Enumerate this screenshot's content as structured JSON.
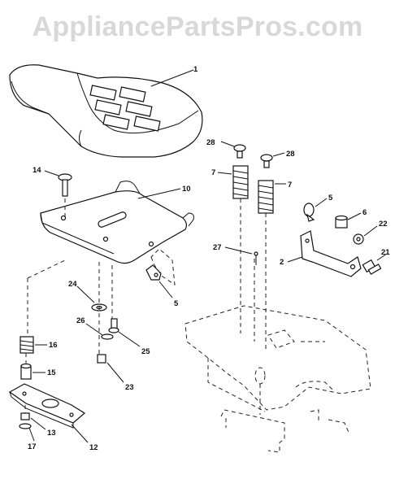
{
  "watermark": "AppliancePartsPros.com",
  "callouts": [
    {
      "id": "c1",
      "text": "1"
    },
    {
      "id": "c28a",
      "text": "28"
    },
    {
      "id": "c28b",
      "text": "28"
    },
    {
      "id": "c7a",
      "text": "7"
    },
    {
      "id": "c7b",
      "text": "7"
    },
    {
      "id": "c14",
      "text": "14"
    },
    {
      "id": "c10",
      "text": "10"
    },
    {
      "id": "c5a",
      "text": "5"
    },
    {
      "id": "c6",
      "text": "6"
    },
    {
      "id": "c22",
      "text": "22"
    },
    {
      "id": "c27",
      "text": "27"
    },
    {
      "id": "c2",
      "text": "2"
    },
    {
      "id": "c21",
      "text": "21"
    },
    {
      "id": "c5b",
      "text": "5"
    },
    {
      "id": "c24",
      "text": "24"
    },
    {
      "id": "c26",
      "text": "26"
    },
    {
      "id": "c25",
      "text": "25"
    },
    {
      "id": "c16",
      "text": "16"
    },
    {
      "id": "c15",
      "text": "15"
    },
    {
      "id": "c23",
      "text": "23"
    },
    {
      "id": "c13",
      "text": "13"
    },
    {
      "id": "c17",
      "text": "17"
    },
    {
      "id": "c12",
      "text": "12"
    }
  ]
}
